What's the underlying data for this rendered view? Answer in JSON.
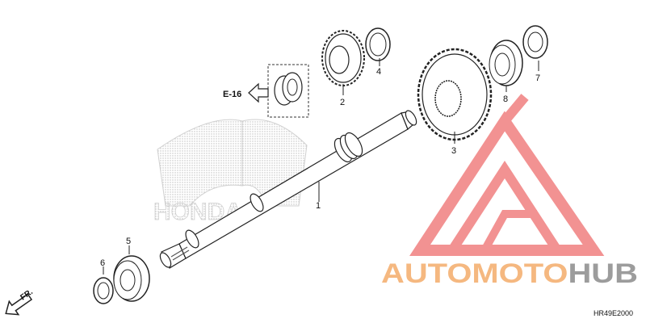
{
  "diagram": {
    "ref_label": "E-16",
    "direction_label": "FR.",
    "diagram_code": "HR49E2000",
    "parts": [
      {
        "num": "1"
      },
      {
        "num": "2"
      },
      {
        "num": "3"
      },
      {
        "num": "4"
      },
      {
        "num": "5"
      },
      {
        "num": "6"
      },
      {
        "num": "7"
      },
      {
        "num": "8"
      }
    ]
  },
  "watermark": {
    "brand_part1": "AUTOMOTO",
    "brand_part2": "HUB",
    "color_part1": "#f5b880",
    "color_part2": "#9c9c9c",
    "triangle_color": "#f08080",
    "emblem_text": "HONDA",
    "emblem_color": "#cfcfcf"
  }
}
